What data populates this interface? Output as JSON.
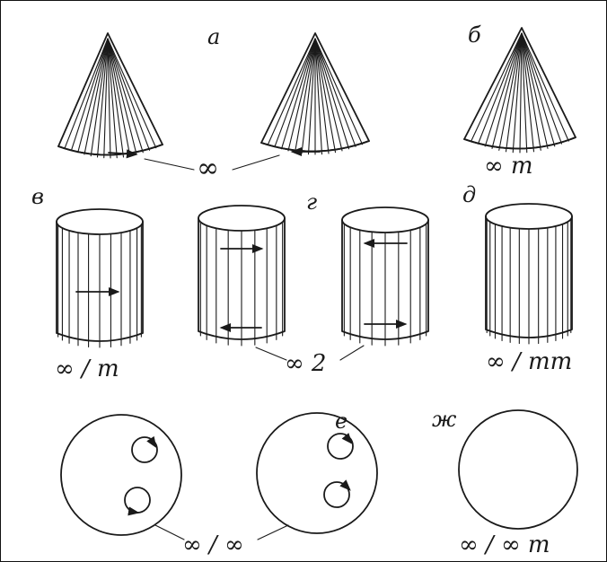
{
  "panels": {
    "a": {
      "letter": "а"
    },
    "b": {
      "letter": "б",
      "symbol": "∞ m"
    },
    "v": {
      "letter": "в",
      "symbol": "∞ / m"
    },
    "g": {
      "letter": "г",
      "symbol": "∞ 2"
    },
    "d": {
      "letter": "д",
      "symbol": "∞ / mm"
    },
    "e": {
      "letter": "е",
      "symbol": "∞ / ∞"
    },
    "zh": {
      "letter": "ж",
      "symbol": "∞ / ∞ m"
    }
  },
  "a_symbol": "∞",
  "colors": {
    "ink": "#1a1a1a",
    "paper": "#ffffff"
  }
}
